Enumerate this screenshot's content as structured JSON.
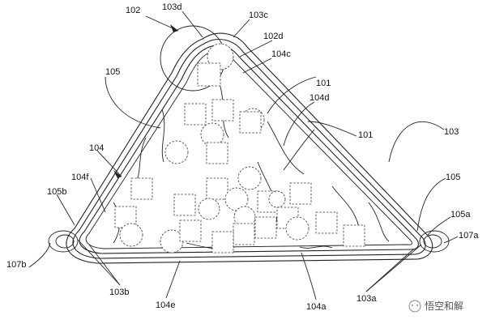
{
  "labels": {
    "l102": "102",
    "l103d": "103d",
    "l103c": "103c",
    "l102d": "102d",
    "l104c": "104c",
    "l105_top": "105",
    "l101_a": "101",
    "l104d": "104d",
    "l101_b": "101",
    "l103_right": "103",
    "l104": "104",
    "l104f": "104f",
    "l105b": "105b",
    "l105_right": "105",
    "l105a": "105a",
    "l107a": "107a",
    "l107b": "107b",
    "l103b": "103b",
    "l104e": "104e",
    "l104a": "104a",
    "l103a": "103a"
  },
  "watermark": "悟空和解"
}
